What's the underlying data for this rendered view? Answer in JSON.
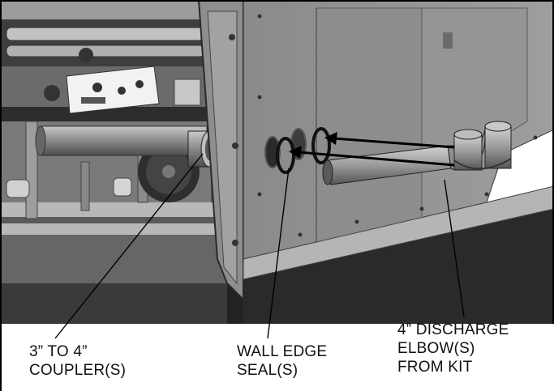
{
  "figure": {
    "heading": "",
    "labels": {
      "coupler": [
        "3” TO 4”",
        "COUPLER(S)"
      ],
      "wall_seal": [
        "WALL EDGE",
        "SEAL(S)"
      ],
      "elbow": [
        "4” DISCHARGE",
        "ELBOW(S)",
        "FROM KIT"
      ]
    }
  },
  "colors": {
    "cabinet_light": "#9a9a9a",
    "cabinet_mid": "#7e7e7e",
    "cabinet_dark": "#4a4a4a",
    "frame": "#3a3a3a",
    "pipe": "#8c8c8c",
    "floor": "#1f1f1f",
    "callout": "#000000"
  }
}
